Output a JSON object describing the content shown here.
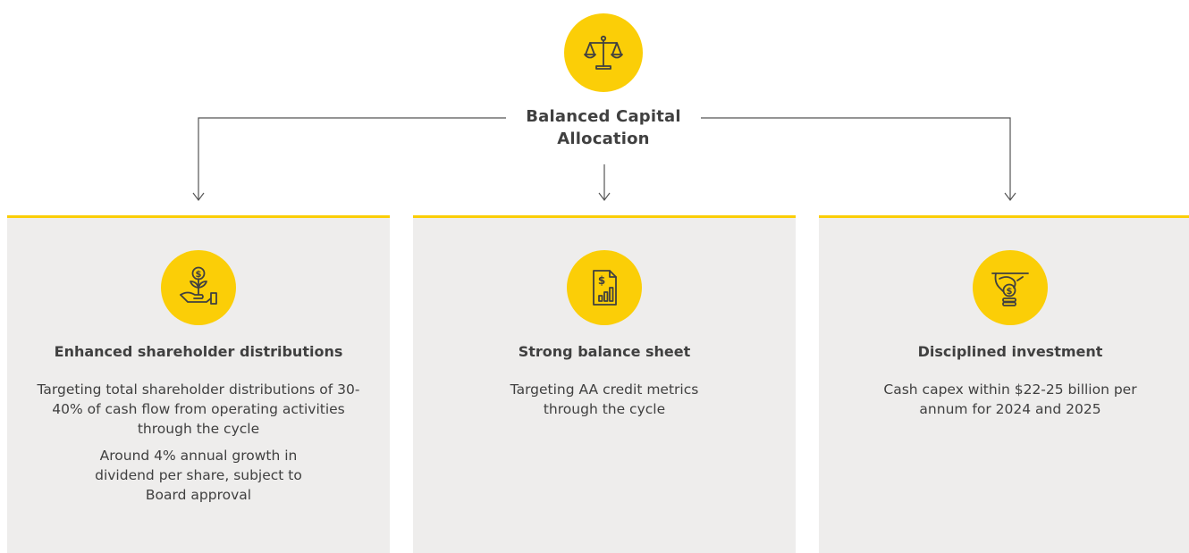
{
  "root": {
    "title": "Balanced Capital Allocation",
    "icon": "scales-icon"
  },
  "colors": {
    "accent": "#FBCE07",
    "card_background": "#eeedec",
    "text": "#404040",
    "connector": "#555555"
  },
  "cards": [
    {
      "icon": "money-plant-hand-icon",
      "title": "Enhanced shareholder distributions",
      "paragraphs": [
        "Targeting total shareholder distributions of 30-40% of cash flow from operating activities through the cycle",
        "Around 4% annual growth in dividend per share, subject to Board approval"
      ]
    },
    {
      "icon": "balance-sheet-document-icon",
      "title": "Strong balance sheet",
      "paragraphs": [
        "Targeting AA credit metrics through the cycle"
      ]
    },
    {
      "icon": "coin-investment-hand-icon",
      "title": "Disciplined investment",
      "paragraphs": [
        "Cash capex within $22-25 billion per annum for 2024 and 2025"
      ]
    }
  ]
}
